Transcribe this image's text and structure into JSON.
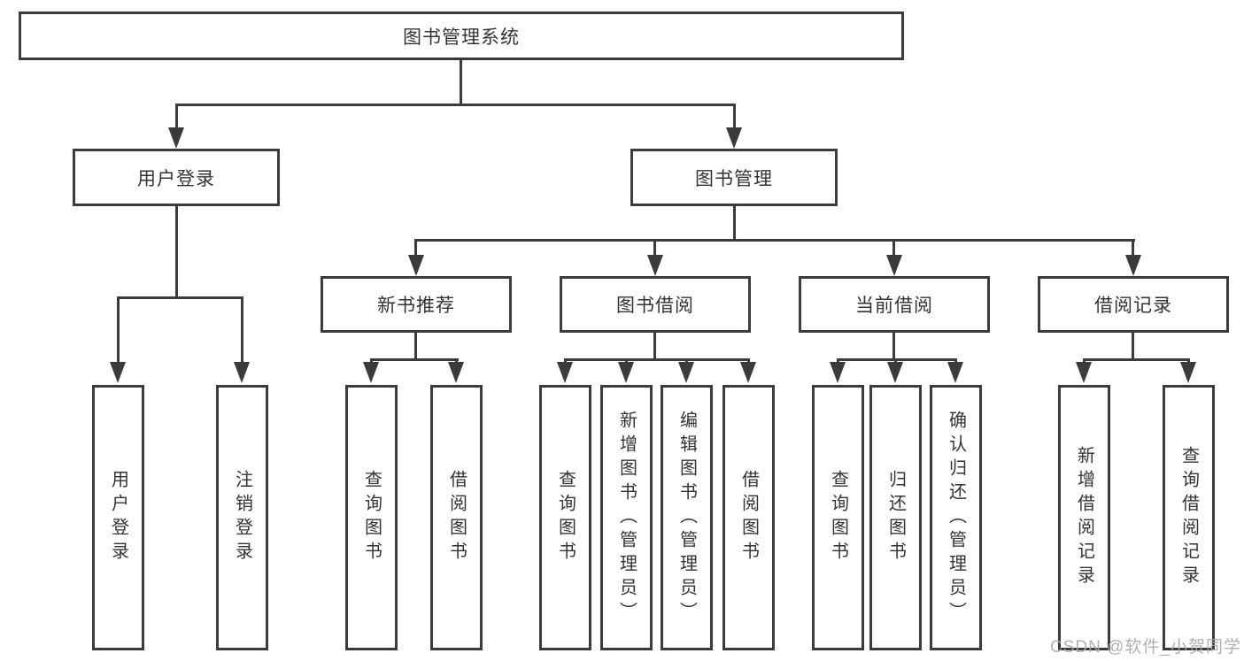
{
  "diagram": {
    "root": {
      "label": "图书管理系统"
    },
    "branches": [
      {
        "label": "用户登录",
        "children": [
          {
            "label": "用户登录"
          },
          {
            "label": "注销登录"
          }
        ]
      },
      {
        "label": "图书管理",
        "children": [
          {
            "label": "新书推荐",
            "children": [
              {
                "label": "查询图书"
              },
              {
                "label": "借阅图书"
              }
            ]
          },
          {
            "label": "图书借阅",
            "children": [
              {
                "label": "查询图书"
              },
              {
                "label": "新增图书（管理员）"
              },
              {
                "label": "编辑图书（管理员）"
              },
              {
                "label": "借阅图书"
              }
            ]
          },
          {
            "label": "当前借阅",
            "children": [
              {
                "label": "查询图书"
              },
              {
                "label": "归还图书"
              },
              {
                "label": "确认归还（管理员）"
              }
            ]
          },
          {
            "label": "借阅记录",
            "children": [
              {
                "label": "新增借阅记录"
              },
              {
                "label": "查询借阅记录"
              }
            ]
          }
        ]
      }
    ],
    "watermark": "CSDN @软件_小贺同学",
    "colors": {
      "line": "#3b3b3b",
      "text": "#333333",
      "watermark": "#a8a8a8",
      "background": "#ffffff"
    }
  }
}
